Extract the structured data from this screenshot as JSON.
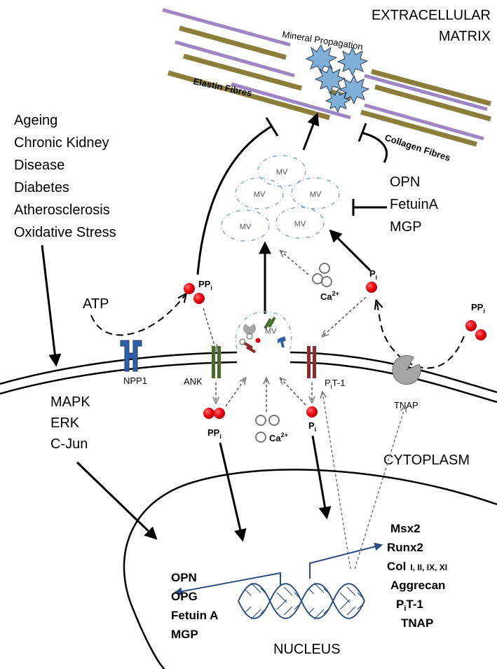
{
  "regions": {
    "extracellular": [
      "EXTRACELLULAR",
      "MATRIX"
    ],
    "cytoplasm": "CYTOPLASM",
    "nucleus": "NUCLEUS"
  },
  "matrix": {
    "mineral_propagation": "Mineral Propagation",
    "elastin": "Elastin Fibres",
    "collagen": "Collagen Fibres"
  },
  "conditions": [
    "Ageing",
    "Chronic Kidney",
    "Disease",
    "Diabetes",
    "Atherosclerosis",
    "Oxidative Stress"
  ],
  "inhibitors": [
    "OPN",
    "FetuinA",
    "MGP"
  ],
  "signaling": [
    "MAPK",
    "ERK",
    "C-Jun"
  ],
  "molecules": {
    "atp": "ATP",
    "ppi_base": "PP",
    "pi_base": "P",
    "sub_i": "i",
    "ca_base": "Ca",
    "ca_sup": "2+",
    "mv": "MV"
  },
  "membrane": {
    "npp1": "NPP1",
    "ank": "ANK",
    "pit1_base": "P",
    "pit1_suffix": "T-1",
    "tnap": "TNAP"
  },
  "nucleus_left_genes": [
    "OPN",
    "OPG",
    "Fetuin A",
    "MGP"
  ],
  "nucleus_right_genes": {
    "msx2": "Msx2",
    "runx2": "Runx2",
    "col_base": "Col",
    "col_types": "I, II, IX, XI",
    "aggrecan": "Aggrecan",
    "pit1_base": "P",
    "pit1_suffix": "T-1",
    "tnap": "TNAP"
  },
  "colors": {
    "collagen": "#8b7d3a",
    "elastin": "#9d86c4",
    "crystal": "#7fb0da",
    "npp1": "#2f5fa6",
    "ank": "#4b6a28",
    "pit1": "#8e2a2a",
    "tnap": "#a6a6a6",
    "ppi_dot": "#e8000b",
    "mv_dash": "#8ba7c8",
    "dna": "#2d4f80"
  }
}
